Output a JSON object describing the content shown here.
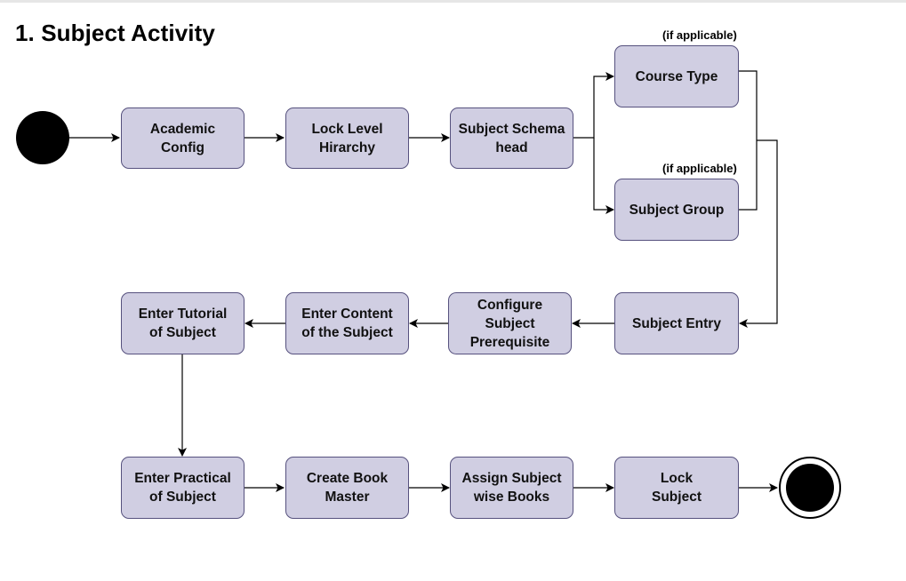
{
  "title": "1. Subject Activity",
  "notes": {
    "course_type": "(if applicable)",
    "subject_group": "(if applicable)"
  },
  "nodes": {
    "academic_config": "Academic\nConfig",
    "lock_level_hirarchy": "Lock Level\nHirarchy",
    "subject_schema_head": "Subject Schema\nhead",
    "course_type": "Course Type",
    "subject_group": "Subject Group",
    "subject_entry": "Subject Entry",
    "configure_subject_prerequisite": "Configure\nSubject\nPrerequisite",
    "enter_content_of_subject": "Enter Content\nof the Subject",
    "enter_tutorial_of_subject": "Enter Tutorial\nof Subject",
    "enter_practical_of_subject": "Enter Practical\nof Subject",
    "create_book_master": "Create Book\nMaster",
    "assign_subject_wise_books": "Assign Subject\nwise Books",
    "lock_subject": "Lock\nSubject"
  },
  "colors": {
    "node_fill": "#d0cee2",
    "node_border": "#56517e",
    "edge": "#000000"
  }
}
